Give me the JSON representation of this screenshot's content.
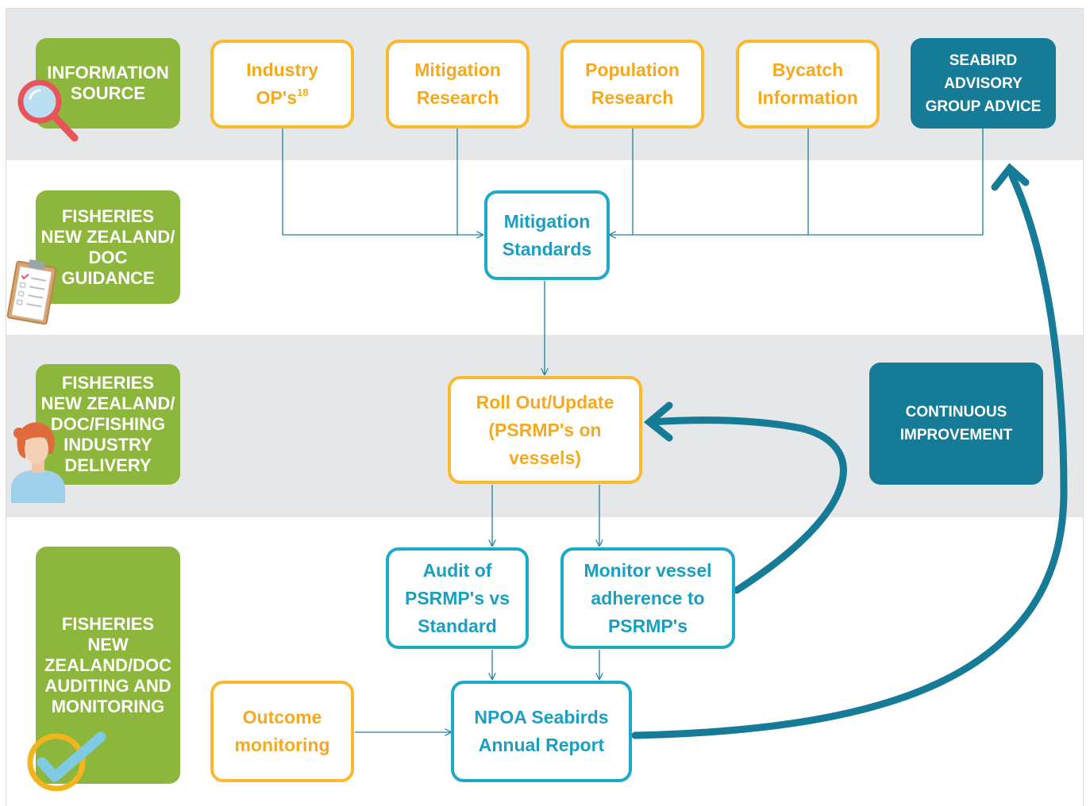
{
  "roles": {
    "information_source": [
      "INFORMATION",
      "SOURCE"
    ],
    "guidance": [
      "FISHERIES",
      "NEW ZEALAND/",
      "DOC",
      "GUIDANCE"
    ],
    "delivery": [
      "FISHERIES",
      "NEW ZEALAND/",
      "DOC/FISHING",
      "INDUSTRY",
      "DELIVERY"
    ],
    "auditing": [
      "FISHERIES",
      "NEW",
      "ZEALAND/DOC",
      "AUDITING AND",
      "MONITORING"
    ]
  },
  "sources": {
    "industry_ops": {
      "line1": "Industry",
      "line2": "OP's",
      "footnote": "18"
    },
    "mitigation_research": [
      "Mitigation",
      "Research"
    ],
    "population_research": [
      "Population",
      "Research"
    ],
    "bycatch_information": [
      "Bycatch",
      "Information"
    ],
    "seabird_advisory": [
      "SEABIRD",
      "ADVISORY",
      "GROUP ADVICE"
    ]
  },
  "process": {
    "mitigation_standards": [
      "Mitigation",
      "Standards"
    ],
    "roll_out": [
      "Roll Out/Update",
      "(PSRMP's on",
      "vessels)"
    ],
    "continuous_improvement": [
      "CONTINUOUS",
      "IMPROVEMENT"
    ],
    "audit": [
      "Audit of",
      "PSRMP's vs",
      "Standard"
    ],
    "monitor": [
      "Monitor vessel",
      "adherence to",
      "PSRMP's"
    ],
    "outcome_monitoring": [
      "Outcome",
      "monitoring"
    ],
    "annual_report": [
      "NPOA Seabirds",
      "Annual Report"
    ]
  },
  "colors": {
    "role_green": "#8cb63c",
    "orange": "#fbb930",
    "teal": "#1fa9c9",
    "dark_teal": "#157b96",
    "connector": "#1f7f99",
    "band_grey": "#e6e7e8"
  },
  "icons": [
    "magnifier-icon",
    "clipboard-icon",
    "person-icon",
    "checkmark-icon"
  ]
}
